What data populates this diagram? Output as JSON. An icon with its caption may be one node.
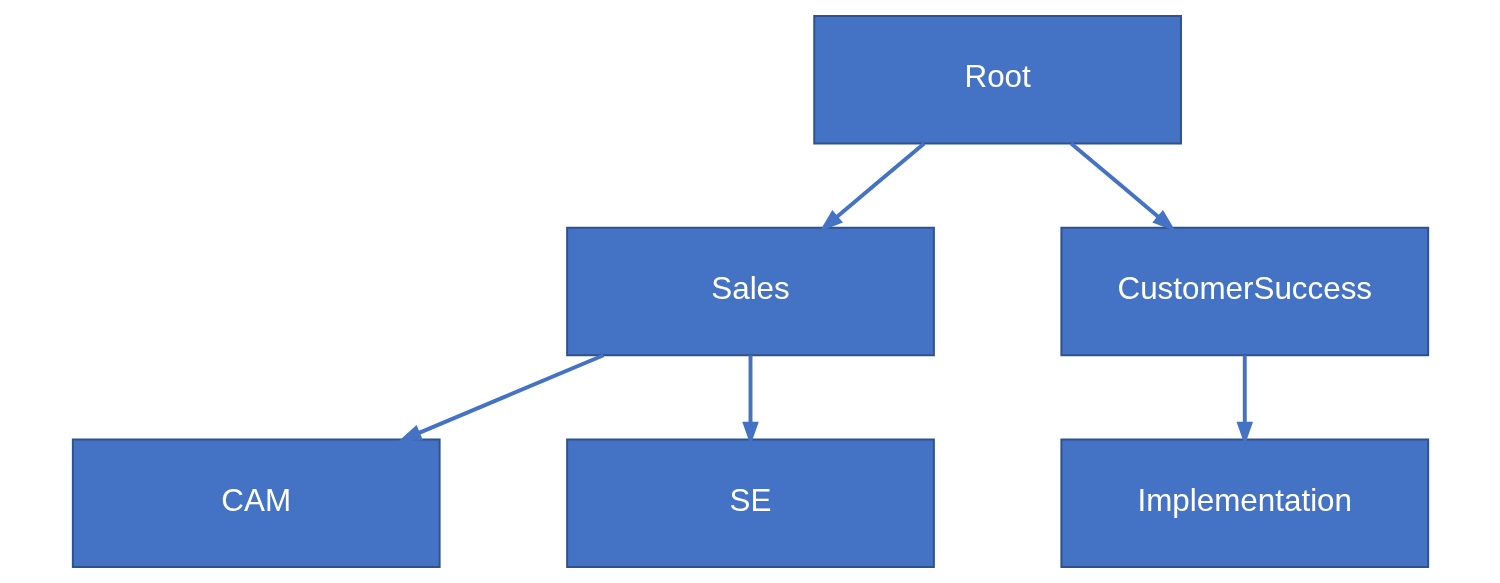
{
  "diagram": {
    "nodes": [
      {
        "text": [
          "Root"
        ]
      },
      {
        "text": [
          "Sales"
        ]
      },
      {
        "text": [
          "CustomerSuccess"
        ]
      },
      {
        "text": [
          "CAM"
        ]
      },
      {
        "text": [
          "SE"
        ]
      },
      {
        "text": [
          "Implementation"
        ]
      }
    ],
    "edges": [
      {
        "from": 0,
        "to": 1,
        "arrow": "to"
      },
      {
        "from": 0,
        "to": 2,
        "arrow": "to"
      },
      {
        "from": 1,
        "to": 3,
        "arrow": "to"
      },
      {
        "from": 1,
        "to": 4,
        "arrow": "to"
      },
      {
        "from": 2,
        "to": 5,
        "arrow": "to"
      }
    ]
  }
}
